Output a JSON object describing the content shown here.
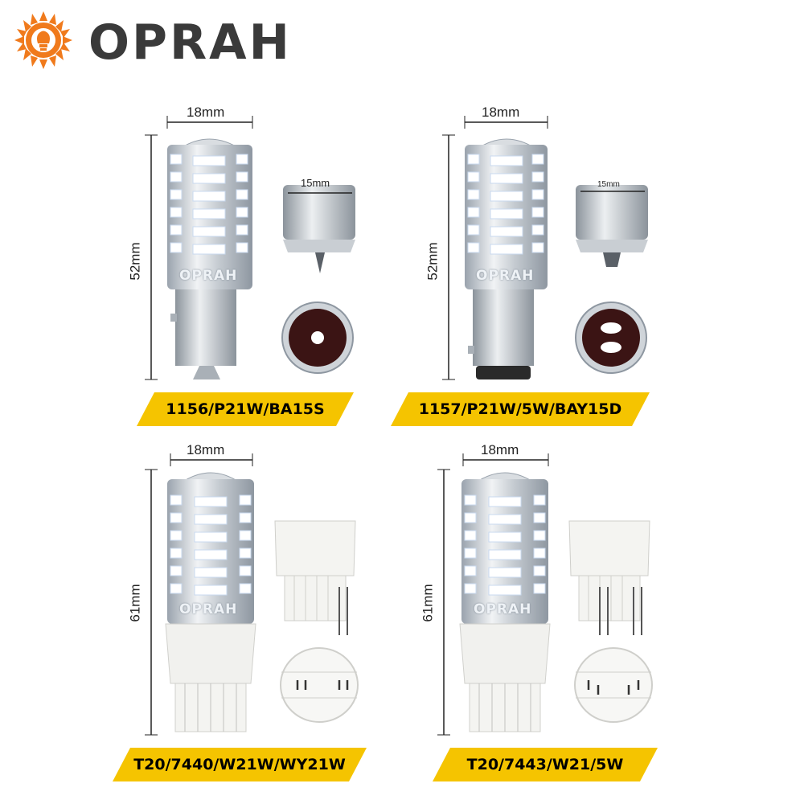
{
  "brand": {
    "name": "OPRAH"
  },
  "colors": {
    "banner": "#f5c400",
    "logo_orange": "#f07a1c",
    "logo_text": "#3a3a3a"
  },
  "panels": [
    {
      "width_label": "18mm",
      "height_label": "52mm",
      "base_label": "15mm",
      "brand": "OPRAH",
      "model": "1156/P21W/BA15S"
    },
    {
      "width_label": "18mm",
      "height_label": "52mm",
      "base_label": "15mm",
      "brand": "OPRAH",
      "model": "1157/P21W/5W/BAY15D"
    },
    {
      "width_label": "18mm",
      "height_label": "61mm",
      "brand": "OPRAH",
      "model": "T20/7440/W21W/WY21W"
    },
    {
      "width_label": "18mm",
      "height_label": "61mm",
      "brand": "OPRAH",
      "model": "T20/7443/W21/5W"
    }
  ]
}
